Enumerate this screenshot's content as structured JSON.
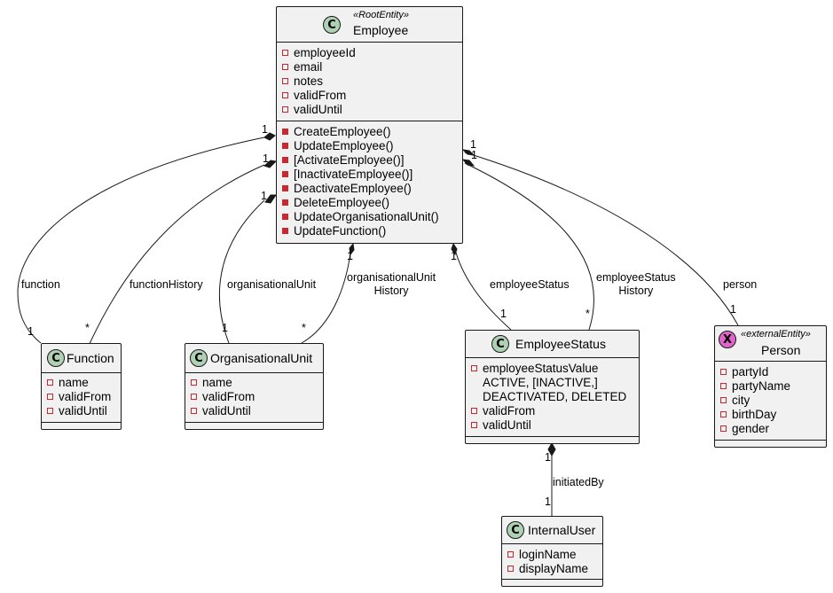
{
  "classes": {
    "employee": {
      "kind": "C",
      "stereotype": "«RootEntity»",
      "name": "Employee",
      "fields": [
        "employeeId",
        "email",
        "notes",
        "validFrom",
        "validUntil"
      ],
      "methods": [
        "CreateEmployee()",
        "UpdateEmployee()",
        "[ActivateEmployee()]",
        "[InactivateEmployee()]",
        "DeactivateEmployee()",
        "DeleteEmployee()",
        "UpdateOrganisationalUnit()",
        "UpdateFunction()"
      ]
    },
    "function": {
      "kind": "C",
      "name": "Function",
      "fields": [
        "name",
        "validFrom",
        "validUntil"
      ]
    },
    "org_unit": {
      "kind": "C",
      "name": "OrganisationalUnit",
      "fields": [
        "name",
        "validFrom",
        "validUntil"
      ]
    },
    "employee_status": {
      "kind": "C",
      "name": "EmployeeStatus",
      "fields": [
        "employeeStatusValue",
        "ACTIVE, [INACTIVE,]",
        "DEACTIVATED, DELETED",
        "validFrom",
        "validUntil"
      ]
    },
    "person": {
      "kind": "X",
      "stereotype": "«externalEntity»",
      "name": "Person",
      "fields": [
        "partyId",
        "partyName",
        "city",
        "birthDay",
        "gender"
      ]
    },
    "internal_user": {
      "kind": "C",
      "name": "InternalUser",
      "fields": [
        "loginName",
        "displayName"
      ]
    }
  },
  "relations": {
    "function": {
      "label": "function",
      "mult_source": "1",
      "mult_target": "1"
    },
    "function_history": {
      "label": "functionHistory",
      "mult_source": "1",
      "mult_target": "*"
    },
    "org_unit": {
      "label": "organisationalUnit",
      "mult_source": "1",
      "mult_target": "1"
    },
    "org_unit_history": {
      "label_line1": "organisationalUnit",
      "label_line2": "History",
      "mult_source": "1",
      "mult_target": "*"
    },
    "employee_status": {
      "label": "employeeStatus",
      "mult_source": "1",
      "mult_target": "1"
    },
    "employee_status_history": {
      "label_line1": "employeeStatus",
      "label_line2": "History",
      "mult_source": "1",
      "mult_target": "*"
    },
    "person": {
      "label": "person",
      "mult_source": "1",
      "mult_target": "1"
    },
    "initiated_by": {
      "label": "initiatedBy",
      "mult_source": "1",
      "mult_target": "1"
    }
  },
  "colors": {
    "class_circle": "#add1b2",
    "external_circle": "#e064c9",
    "box_fill": "#f1f1f1",
    "border": "#181818",
    "visibility_marker": "#c82930"
  }
}
